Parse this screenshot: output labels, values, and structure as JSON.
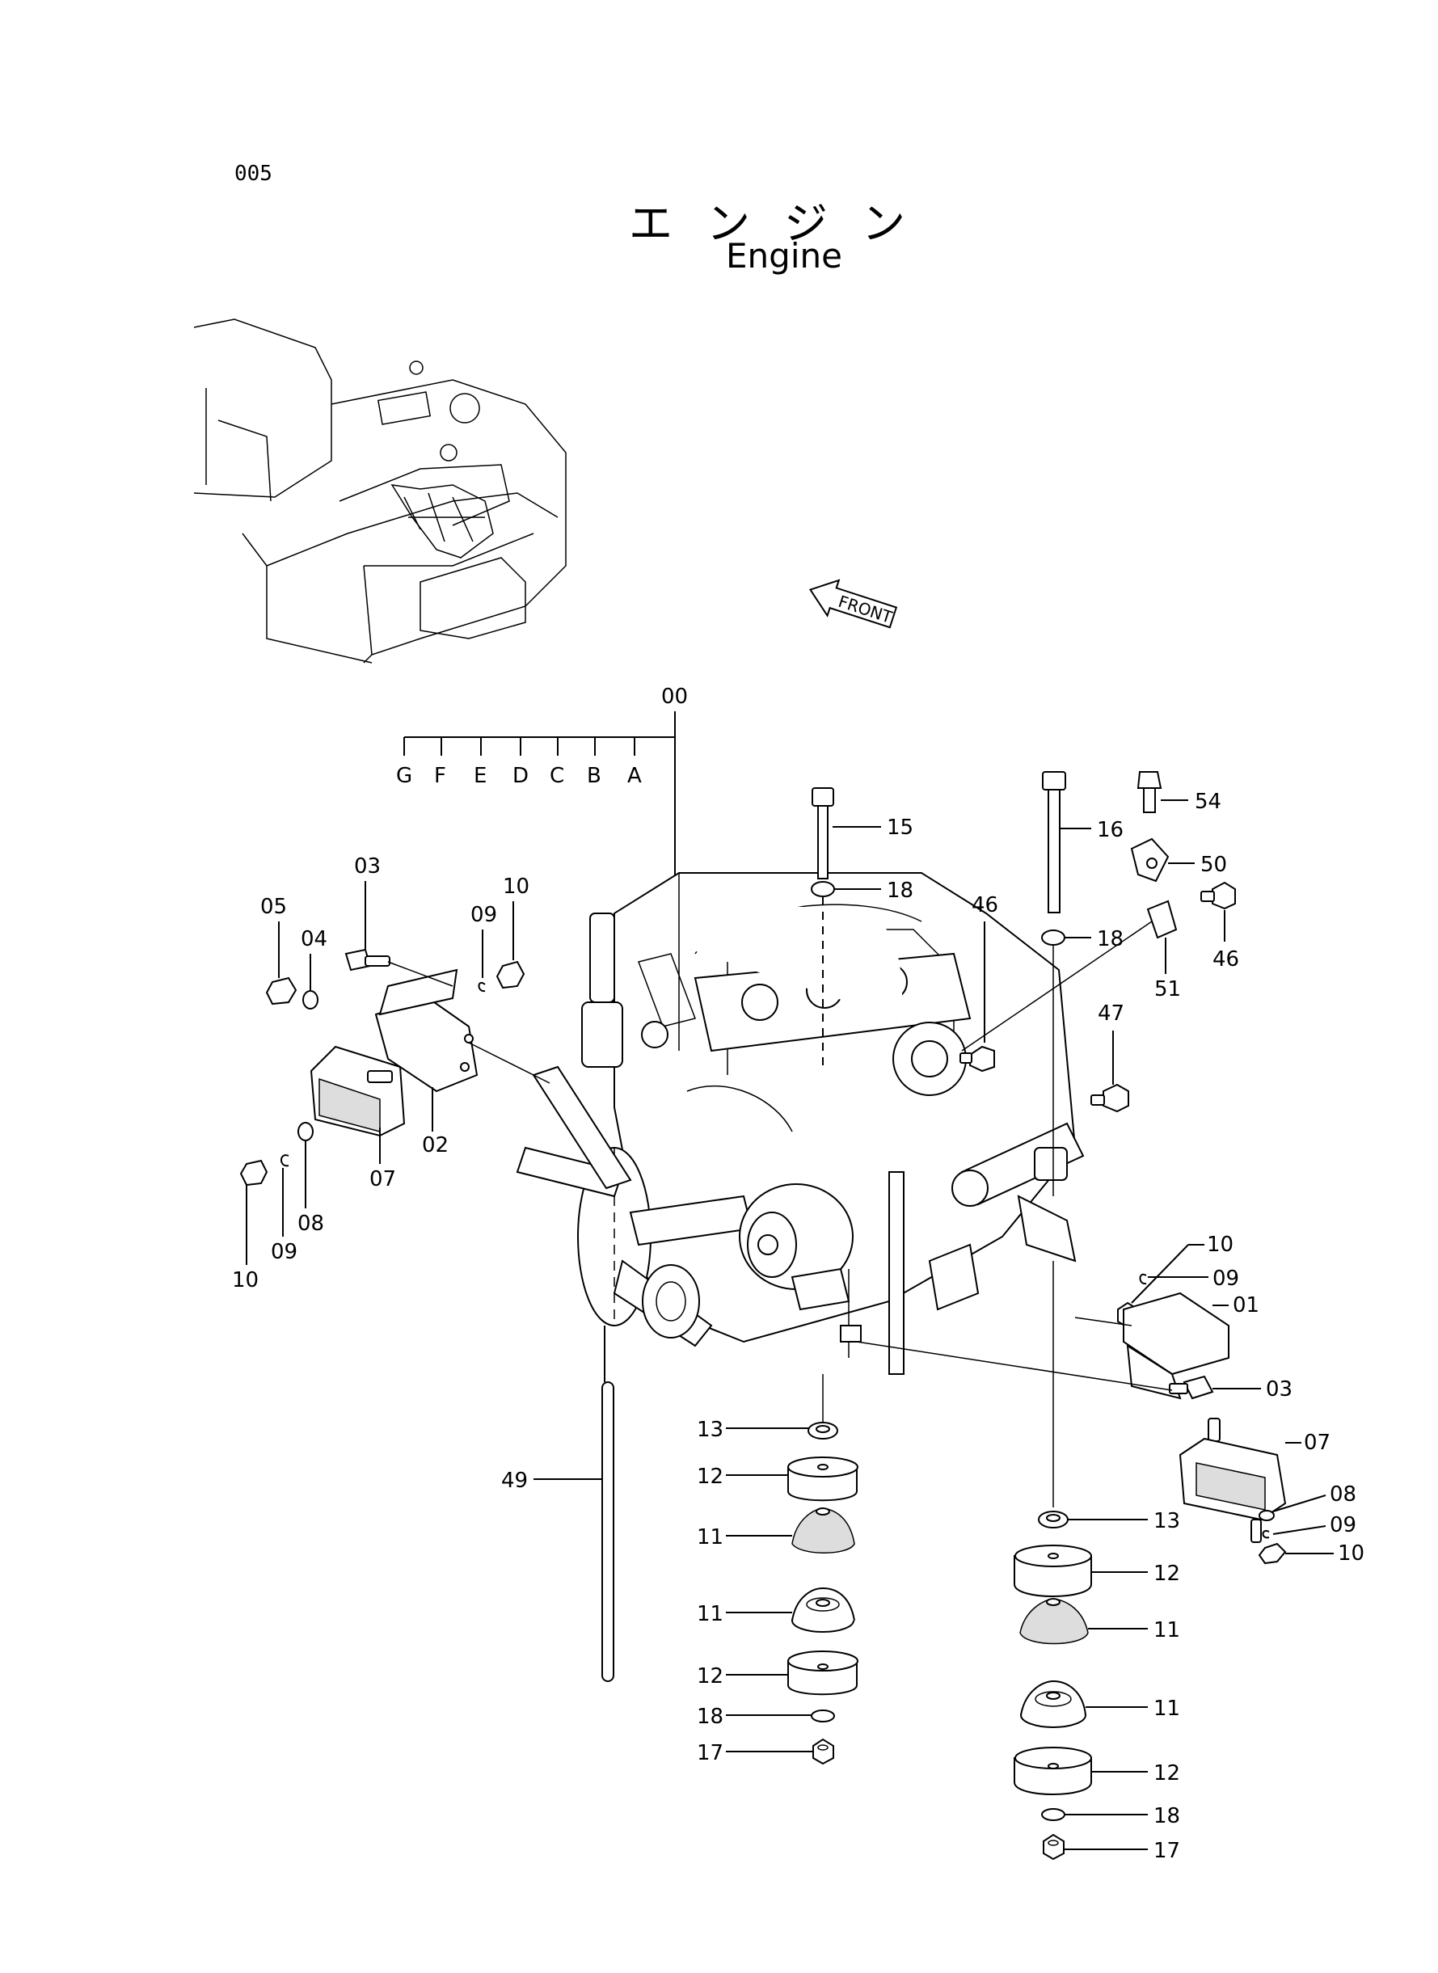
{
  "header": {
    "page_code": "005",
    "title_jp": "エンジン",
    "title_en": "Engine"
  },
  "front_arrow": {
    "label": "FRONT"
  },
  "variant_codes": {
    "assembly": "00",
    "letters": [
      "G",
      "F",
      "E",
      "D",
      "C",
      "B",
      "A"
    ]
  },
  "callouts": {
    "c01": "01",
    "c02": "02",
    "c03a": "03",
    "c03b": "03",
    "c04": "04",
    "c05": "05",
    "c07a": "07",
    "c07b": "07",
    "c08a": "08",
    "c08b": "08",
    "c09a": "09",
    "c09b": "09",
    "c09c": "09",
    "c09d": "09",
    "c10a": "10",
    "c10b": "10",
    "c10c": "10",
    "c10d": "10",
    "c11a": "11",
    "c11b": "11",
    "c11c": "11",
    "c11d": "11",
    "c12a": "12",
    "c12b": "12",
    "c12c": "12",
    "c12d": "12",
    "c13a": "13",
    "c13b": "13",
    "c15": "15",
    "c16": "16",
    "c17a": "17",
    "c17b": "17",
    "c18a": "18",
    "c18b": "18",
    "c18c": "18",
    "c18d": "18",
    "c46a": "46",
    "c46b": "46",
    "c47": "47",
    "c49": "49",
    "c50": "50",
    "c51": "51",
    "c54": "54"
  }
}
